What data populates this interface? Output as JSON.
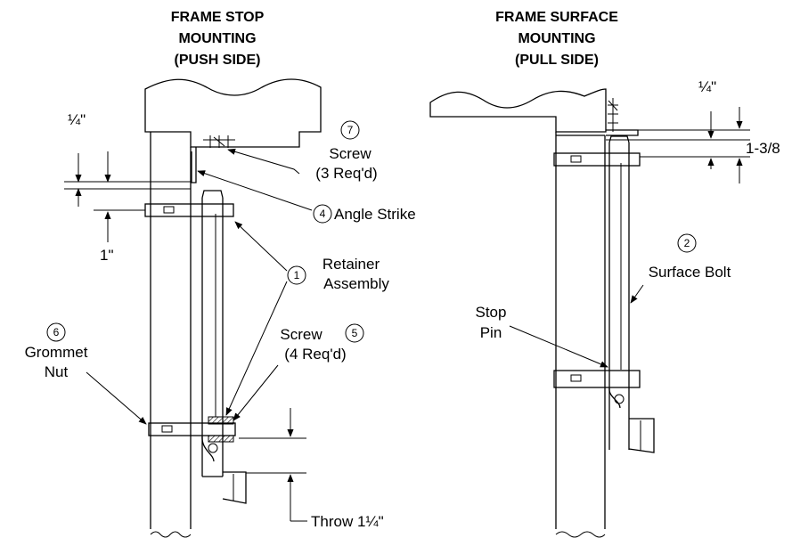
{
  "left": {
    "title": [
      "FRAME STOP",
      "MOUNTING",
      "(PUSH SIDE)"
    ],
    "dims": {
      "quarter": "¼\"",
      "one": "1\"",
      "throw": "Throw 1¼\""
    },
    "callouts": {
      "c7_num": "7",
      "c7_a": "Screw",
      "c7_b": "(3 Req'd)",
      "c4_num": "4",
      "c4_text": "Angle Strike",
      "c1_num": "1",
      "c1_a": "Retainer",
      "c1_b": "Assembly",
      "c5_num": "5",
      "c5_a": "Screw",
      "c5_b": "(4 Req'd)",
      "c6_num": "6",
      "c6_a": "Grommet",
      "c6_b": "Nut"
    }
  },
  "right": {
    "title": [
      "FRAME SURFACE",
      "MOUNTING",
      "(PULL SIDE)"
    ],
    "dims": {
      "quarter": "¼\"",
      "three_eighths": "1-3/8"
    },
    "callouts": {
      "c2_num": "2",
      "c2_text": "Surface Bolt",
      "stop_a": "Stop",
      "stop_b": "Pin"
    }
  }
}
